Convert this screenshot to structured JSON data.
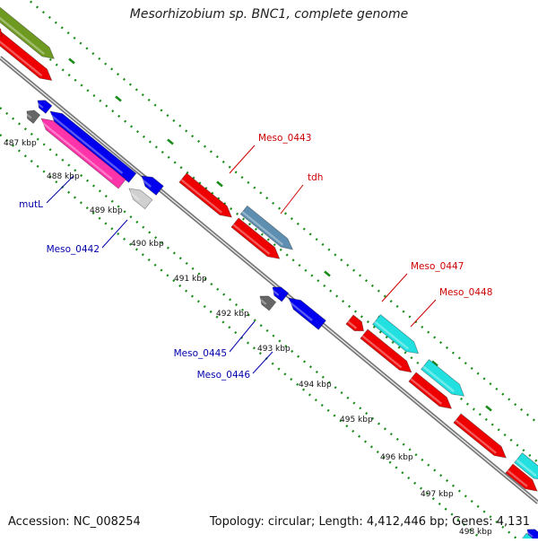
{
  "title": "Mesorhizobium sp. BNC1, complete genome",
  "footer": {
    "accession": "Accession: NC_008254",
    "summary": "Topology: circular; Length: 4,412,446 bp; Genes: 4,131"
  },
  "colors": {
    "backbone": "#999999",
    "tick": "#1a8c1a",
    "label_plus": "#cc0000",
    "label_minus": "#0000aa",
    "red": "#ee0000",
    "blue": "#0000ee",
    "pink": "#ff33aa",
    "cyan": "#22e0e0",
    "olive": "#6f9a22",
    "gray": "#666666",
    "lightgray": "#d0d0d0",
    "steel": "#5f8fb0"
  },
  "ticks": [
    {
      "label": "487 kbp"
    },
    {
      "label": "488 kbp"
    },
    {
      "label": "489 kbp"
    },
    {
      "label": "490 kbp"
    },
    {
      "label": "491 kbp"
    },
    {
      "label": "492 kbp"
    },
    {
      "label": "493 kbp"
    },
    {
      "label": "494 kbp"
    },
    {
      "label": "495 kbp"
    },
    {
      "label": "496 kbp"
    },
    {
      "label": "497 kbp"
    },
    {
      "label": "498 kbp"
    }
  ],
  "gene_labels": [
    {
      "text": "Meso_0443",
      "color": "label_plus"
    },
    {
      "text": "tdh",
      "color": "label_plus"
    },
    {
      "text": "Meso_0447",
      "color": "label_plus"
    },
    {
      "text": "Meso_0448",
      "color": "label_plus"
    },
    {
      "text": "mutL",
      "color": "label_minus"
    },
    {
      "text": "Meso_0442",
      "color": "label_minus"
    },
    {
      "text": "Meso_0445",
      "color": "label_minus"
    },
    {
      "text": "Meso_0446",
      "color": "label_minus"
    }
  ]
}
